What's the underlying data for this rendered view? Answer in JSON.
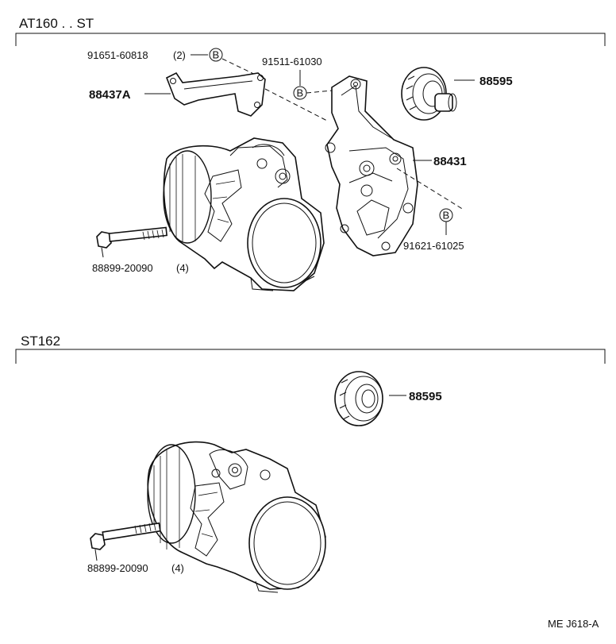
{
  "sections": {
    "upper": {
      "label": "AT160 . . ST"
    },
    "lower": {
      "label": "ST162"
    }
  },
  "callouts": {
    "bolt_b_top": {
      "part": "91651-60818",
      "qty": "(2)",
      "marker": "B"
    },
    "bolt_b_mid": {
      "part": "91511-61030",
      "marker": "B"
    },
    "bracket_a": {
      "part": "88437A"
    },
    "pulley_upper": {
      "part": "88595"
    },
    "bracket_main": {
      "part": "88431"
    },
    "bolt_b_low": {
      "part": "91621-61025",
      "marker": "B"
    },
    "compressor_bolt_upper": {
      "part": "88899-20090",
      "qty": "(4)"
    },
    "pulley_lower": {
      "part": "88595"
    },
    "compressor_bolt_lower": {
      "part": "88899-20090",
      "qty": "(4)"
    }
  },
  "footer": {
    "figure_code": "ME J618-A"
  }
}
